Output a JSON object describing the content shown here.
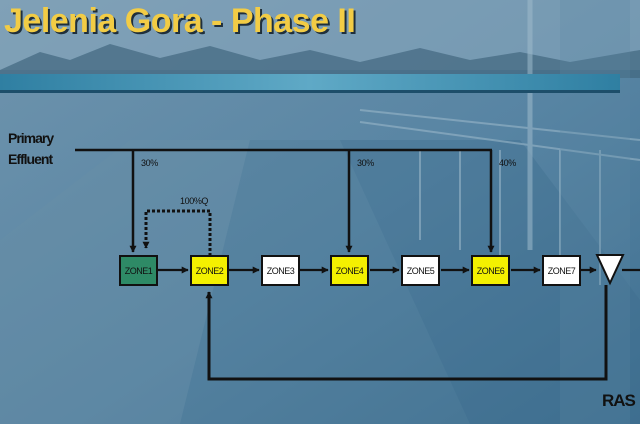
{
  "slide": {
    "title": "Jelenia Gora - Phase II"
  },
  "inlet": {
    "line1": "Primary",
    "line2": "Effluent"
  },
  "splits": [
    {
      "label": "30%"
    },
    {
      "label": "30%"
    },
    {
      "label": "40%"
    }
  ],
  "recycle": {
    "label": "100%Q"
  },
  "zones": [
    {
      "label": "ZONE1",
      "fill": "#2e8a66"
    },
    {
      "label": "ZONE2",
      "fill": "#f4f000"
    },
    {
      "label": "ZONE3",
      "fill": "#ffffff"
    },
    {
      "label": "ZONE4",
      "fill": "#f4f000"
    },
    {
      "label": "ZONE5",
      "fill": "#ffffff"
    },
    {
      "label": "ZONE6",
      "fill": "#f4f000"
    },
    {
      "label": "ZONE7",
      "fill": "#ffffff"
    }
  ],
  "return_flow": {
    "label": "RAS"
  },
  "colors": {
    "title": "#f2cc45",
    "band": "#3f8fb0",
    "line": "#111111"
  }
}
